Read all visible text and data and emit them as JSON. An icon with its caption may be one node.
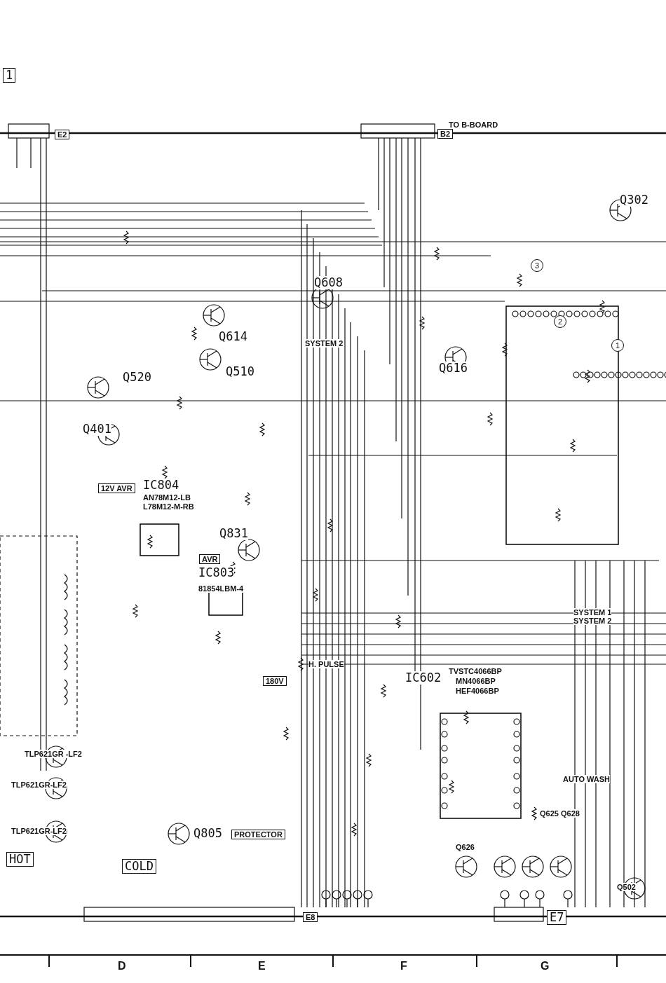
{
  "diagram": {
    "labels": [
      "1",
      "E2",
      "TO B-BOARD",
      "B2",
      "Q302",
      "3",
      "Q608",
      "2",
      "Q614",
      "SYSTEM 2",
      "1",
      "Q510",
      "Q520",
      "Q616",
      "Q401",
      "12V AVR",
      "IC804",
      "AN78M12-LB",
      "L78M12-M-RB",
      "Q831",
      "AVR",
      "IC803",
      "81854LBM-4",
      "SYSTEM 1",
      "SYSTEM 2",
      "H. PULSE",
      "IC602",
      "TVSTC4066BP",
      "MN4066BP",
      "HEF4066BP",
      "180V",
      "TLP621GR -LF2",
      "TLP621GR-LF2",
      "TLP621GR-LF2",
      "AUTO WASH",
      "Q625",
      "Q628",
      "Q805",
      "PROTECTOR",
      "HOT",
      "COLD",
      "Q626",
      "Q502",
      "E8",
      "E7",
      "D",
      "E",
      "F",
      "G"
    ]
  }
}
